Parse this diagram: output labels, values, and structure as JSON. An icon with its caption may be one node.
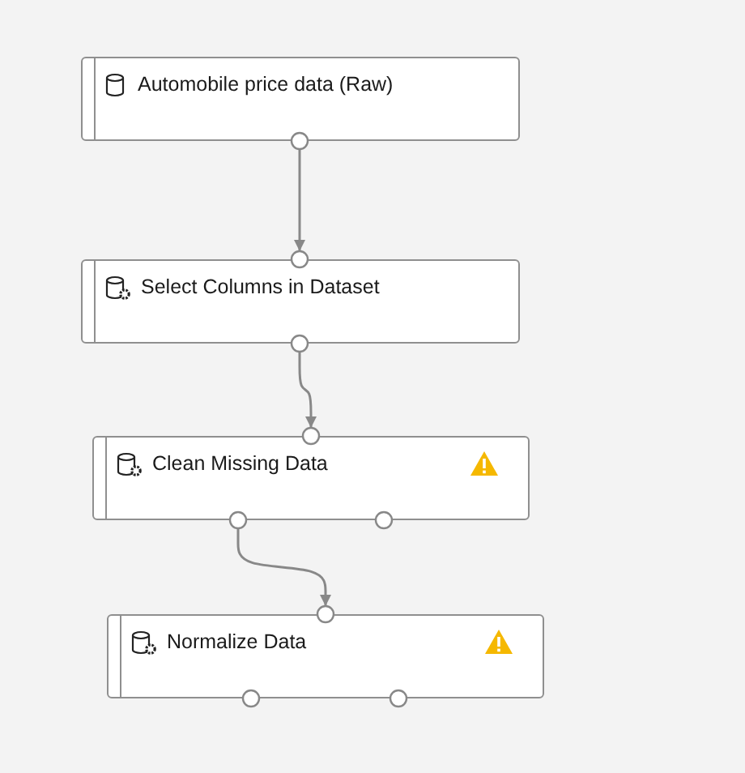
{
  "diagram": {
    "nodes": [
      {
        "text": [
          "Automobile price data (Raw)"
        ]
      },
      {
        "text": [
          "Select Columns in Dataset"
        ]
      },
      {
        "text": [
          "Clean Missing Data"
        ]
      },
      {
        "text": [
          "Normalize Data"
        ]
      }
    ],
    "edges": [
      {
        "from": 0,
        "to": 1,
        "arrow": "to"
      },
      {
        "from": 1,
        "to": 2,
        "arrow": "to"
      },
      {
        "from": 2,
        "to": 3,
        "arrow": "to"
      }
    ]
  }
}
